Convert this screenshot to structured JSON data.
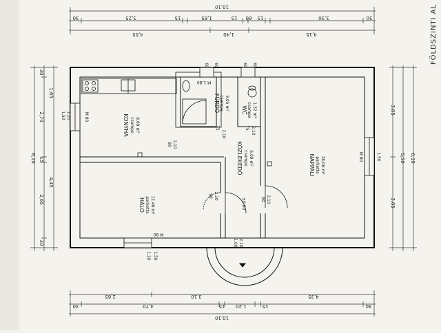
{
  "title": "FÖLDSZINTI AL",
  "rooms": {
    "konyha": {
      "name": "KONYHA",
      "floor": "csempe",
      "area": "8,69 m²"
    },
    "furdo": {
      "name": "FÜRDŐ",
      "floor": "csempe",
      "area": "3,05 m²"
    },
    "wc": {
      "name": "WC",
      "floor": "csempe",
      "area": "1,32 m²"
    },
    "kozlekedo": {
      "name": "KÖZLEKEDŐ",
      "floor": "csempe",
      "area": "6,08 m²"
    },
    "halo": {
      "name": "HÁLÓ",
      "floor": "parketta",
      "area": "12,46 m²"
    },
    "nappali": {
      "name": "NAPPALI",
      "floor": "parketta",
      "area": "18,06 m²"
    }
  },
  "labels": {
    "m80_konyha": "M 80",
    "m80_halo": "M 80",
    "m80_nappali": "M 80",
    "m180": "M 1,80",
    "d60a": "60",
    "d60b": "60",
    "d60c": "60",
    "d60d": "60",
    "d210a": "2,10",
    "d210b": "2,10",
    "d210c": "2,10",
    "d210d": "2,10",
    "d210e": "2,10",
    "d90a": "90",
    "d90b": "90",
    "d90c": "90",
    "d75a": "75",
    "d75b": "75",
    "lvl": "±0,60",
    "h100": "1,00",
    "h210": "2,10",
    "w150l": "1,50",
    "w120l": "1,20",
    "w150r": "1,50",
    "b120": "1,20",
    "b150": "1,50"
  },
  "dims": {
    "top_total": "10,10",
    "top_row": [
      "30",
      "3,25",
      "15",
      "1,85",
      "15",
      "60",
      "15",
      "3,30",
      "30"
    ],
    "top_row3": [
      "4,55",
      "1,40",
      "4,15"
    ],
    "bottom_row1": [
      "30",
      "2,65",
      "4,70",
      "3,10",
      "15",
      "1,20",
      "15",
      "4,35",
      "30"
    ],
    "bottom_total": "10,10",
    "left_total": "6,10",
    "left_row": [
      "30",
      "1,65",
      "2,70",
      "15",
      "4,45",
      "2,65",
      "30"
    ],
    "right_total": "6,10",
    "right_row": [
      "3,05",
      "5,50",
      "3,05"
    ]
  }
}
